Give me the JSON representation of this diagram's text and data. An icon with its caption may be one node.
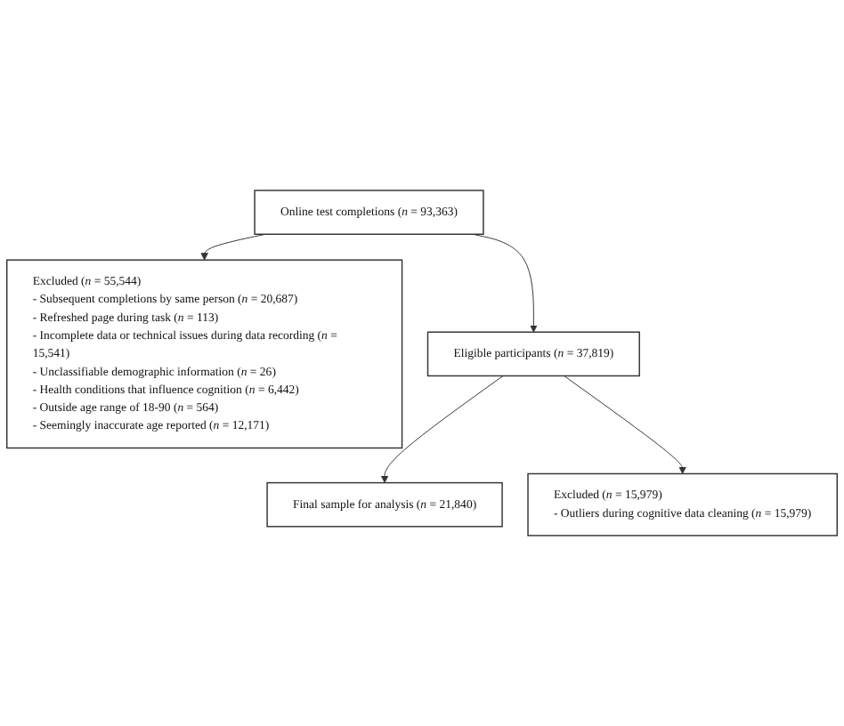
{
  "diagram": {
    "nodes": [
      {
        "text": [
          "Online test completions (*n* = 93,363)"
        ]
      },
      {
        "text": [
          "Excluded (*n* = 55,544)",
          "- Subsequent completions by same person (*n* = 20,687)",
          "- Refreshed page during task (*n* = 113)",
          "- Incomplete data or technical issues during data recording (*n* = 15,541)",
          "- Unclassifiable demographic information (*n* = 26)",
          "- Health conditions that influence cognition (*n* = 6,442)",
          "- Outside age range of 18-90 (*n* = 564)",
          "- Seemingly inaccurate age reported (*n* = 12,171)"
        ]
      },
      {
        "text": [
          "Eligible participants (*n* = 37,819)"
        ]
      },
      {
        "text": [
          "Excluded (*n* = 15,979)",
          "- Outliers during cognitive data cleaning (*n* = 15,979)"
        ]
      },
      {
        "text": [
          "Final sample for analysis (*n* = 21,840)"
        ]
      }
    ],
    "edges": [
      {
        "from": 0,
        "to": 2,
        "arrow": "to"
      },
      {
        "from": 0,
        "to": 1,
        "arrow": "to"
      },
      {
        "from": 2,
        "to": 4,
        "arrow": "to"
      },
      {
        "from": 2,
        "to": 3,
        "arrow": "to"
      }
    ]
  }
}
